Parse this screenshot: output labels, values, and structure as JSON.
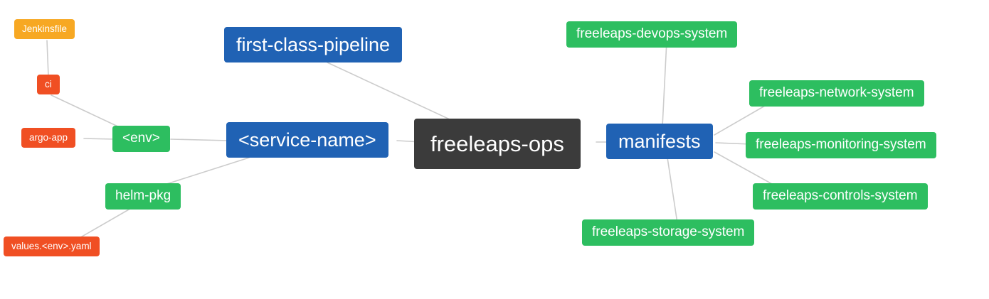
{
  "diagram": {
    "type": "mindmap",
    "nodes": {
      "jenkinsfile": {
        "label": "Jenkinsfile"
      },
      "ci": {
        "label": "ci"
      },
      "argo_app": {
        "label": "argo-app"
      },
      "env": {
        "label": "<env>"
      },
      "first_class_pipeline": {
        "label": "first-class-pipeline"
      },
      "service_name": {
        "label": "<service-name>"
      },
      "helm_pkg": {
        "label": "helm-pkg"
      },
      "values_env_yaml": {
        "label": "values.<env>.yaml"
      },
      "freeleaps_ops": {
        "label": "freeleaps-ops"
      },
      "manifests": {
        "label": "manifests"
      },
      "devops_system": {
        "label": "freeleaps-devops-system"
      },
      "network_system": {
        "label": "freeleaps-network-system"
      },
      "monitoring_system": {
        "label": "freeleaps-monitoring-system"
      },
      "controls_system": {
        "label": "freeleaps-controls-system"
      },
      "storage_system": {
        "label": "freeleaps-storage-system"
      }
    },
    "edges": [
      {
        "from": "jenkinsfile",
        "to": "ci"
      },
      {
        "from": "ci",
        "to": "env"
      },
      {
        "from": "argo_app",
        "to": "env"
      },
      {
        "from": "env",
        "to": "service_name"
      },
      {
        "from": "helm_pkg",
        "to": "service_name"
      },
      {
        "from": "values_env_yaml",
        "to": "helm_pkg"
      },
      {
        "from": "first_class_pipeline",
        "to": "freeleaps_ops"
      },
      {
        "from": "service_name",
        "to": "freeleaps_ops"
      },
      {
        "from": "freeleaps_ops",
        "to": "manifests"
      },
      {
        "from": "manifests",
        "to": "devops_system"
      },
      {
        "from": "manifests",
        "to": "network_system"
      },
      {
        "from": "manifests",
        "to": "monitoring_system"
      },
      {
        "from": "manifests",
        "to": "controls_system"
      },
      {
        "from": "manifests",
        "to": "storage_system"
      }
    ],
    "colors": {
      "root_bg": "#3b3b3b",
      "primary_bg": "#2062b4",
      "secondary_bg": "#2dbe60",
      "accent_bg": "#f04f23",
      "warning_bg": "#f7a823",
      "edge": "#cccccc",
      "text": "#ffffff"
    }
  }
}
